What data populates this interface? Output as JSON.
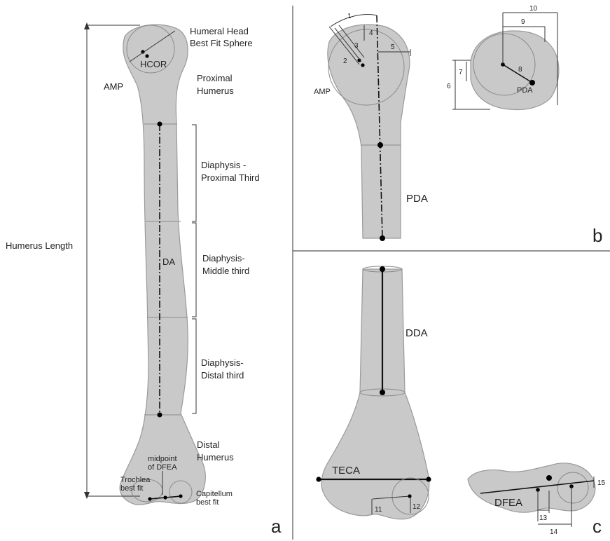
{
  "panel_a": {
    "humeral_head_label": "Humeral Head",
    "best_fit_sphere_label": "Best Fit Sphere",
    "hcor": "HCOR",
    "amp": "AMP",
    "proximal_humerus_1": "Proximal",
    "proximal_humerus_2": "Humerus",
    "diaphysis_prox_1": "Diaphysis -",
    "diaphysis_prox_2": "Proximal Third",
    "diaphysis_mid_1": "Diaphysis-",
    "diaphysis_mid_2": "Middle third",
    "diaphysis_dist_1": "Diaphysis-",
    "diaphysis_dist_2": "Distal third",
    "da": "DA",
    "humerus_length": "Humerus Length",
    "distal_humerus_1": "Distal",
    "distal_humerus_2": "Humerus",
    "midpoint_1": "midpoint",
    "midpoint_2": "of DFEA",
    "trochlea_1": "Trochlea",
    "trochlea_2": "best fit",
    "capitellum_1": "Capitellum",
    "capitellum_2": "best fit",
    "panel_letter": "a"
  },
  "panel_b": {
    "n1": "1",
    "n2": "2",
    "n3": "3",
    "n4": "4",
    "n5": "5",
    "n6": "6",
    "n7": "7",
    "n8": "8",
    "n9": "9",
    "n10": "10",
    "amp": "AMP",
    "pda_small": "PDA",
    "pda": "PDA",
    "panel_letter": "b"
  },
  "panel_c": {
    "dda": "DDA",
    "teca": "TECA",
    "dfea": "DFEA",
    "n11": "11",
    "n12": "12",
    "n13": "13",
    "n14": "14",
    "n15": "15",
    "panel_letter": "c"
  },
  "colors": {
    "bone": "#c9c9c9",
    "axis": "#111111",
    "divider": "#555555"
  }
}
